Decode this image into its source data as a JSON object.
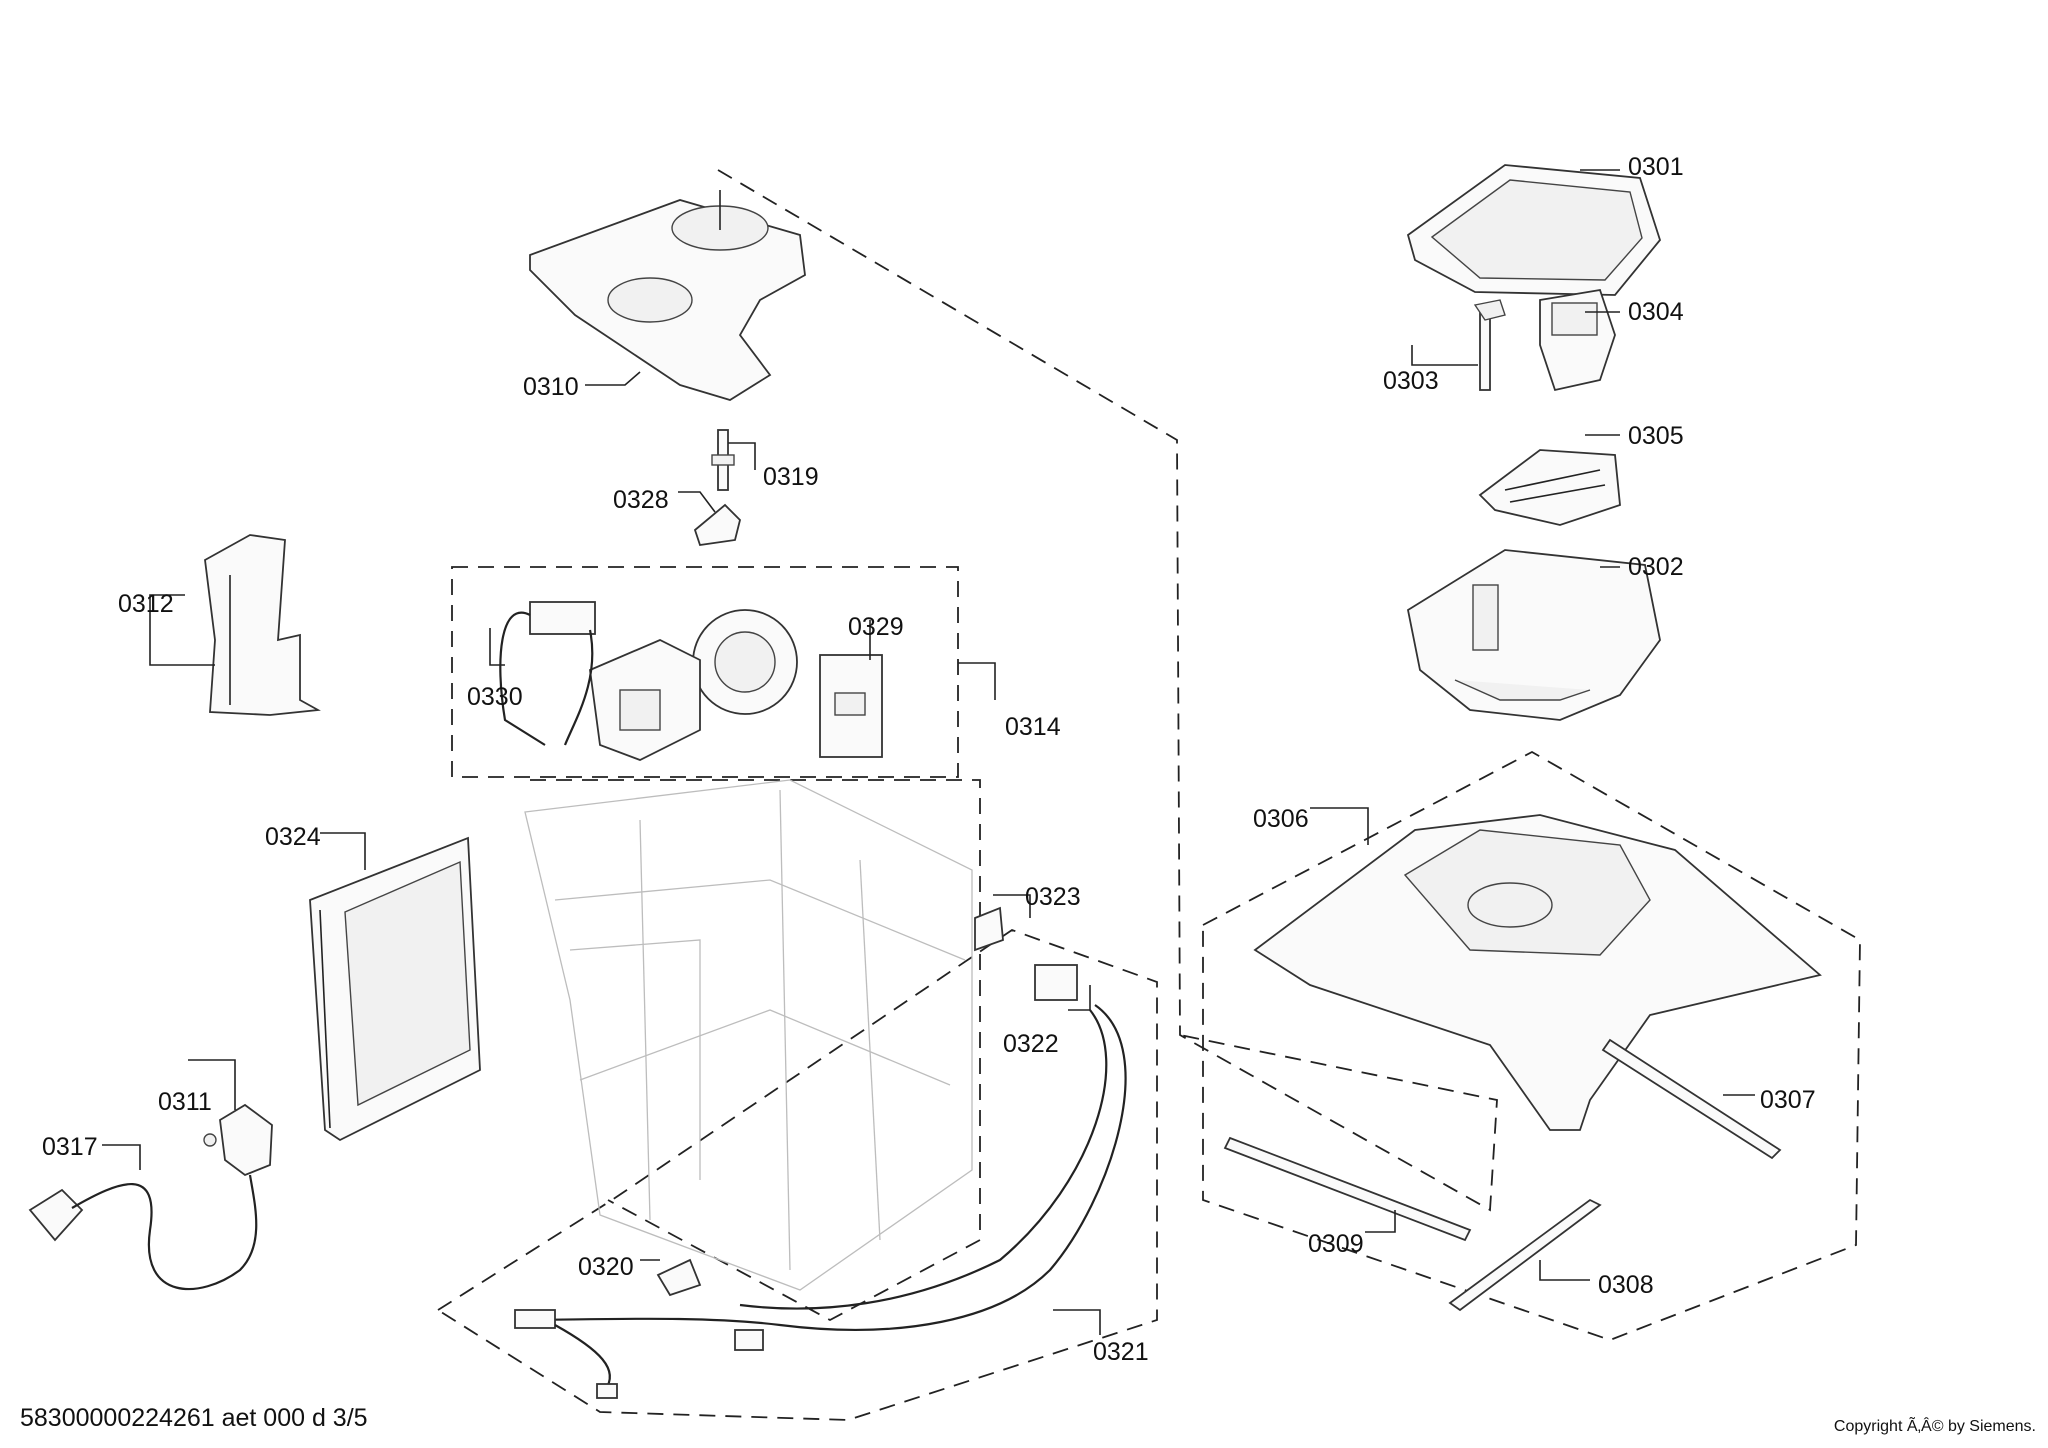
{
  "drawing": {
    "code": "58300000224261 aet 000 d 3/5",
    "copyright": "Copyright Ã‚Â© by Siemens."
  },
  "labels": {
    "p0301": "0301",
    "p0302": "0302",
    "p0303": "0303",
    "p0304": "0304",
    "p0305": "0305",
    "p0306": "0306",
    "p0307": "0307",
    "p0308": "0308",
    "p0309": "0309",
    "p0310": "0310",
    "p0311": "0311",
    "p0312": "0312",
    "p0314": "0314",
    "p0317": "0317",
    "p0319": "0319",
    "p0320": "0320",
    "p0321": "0321",
    "p0322": "0322",
    "p0323": "0323",
    "p0324": "0324",
    "p0328": "0328",
    "p0329": "0329",
    "p0330": "0330"
  }
}
